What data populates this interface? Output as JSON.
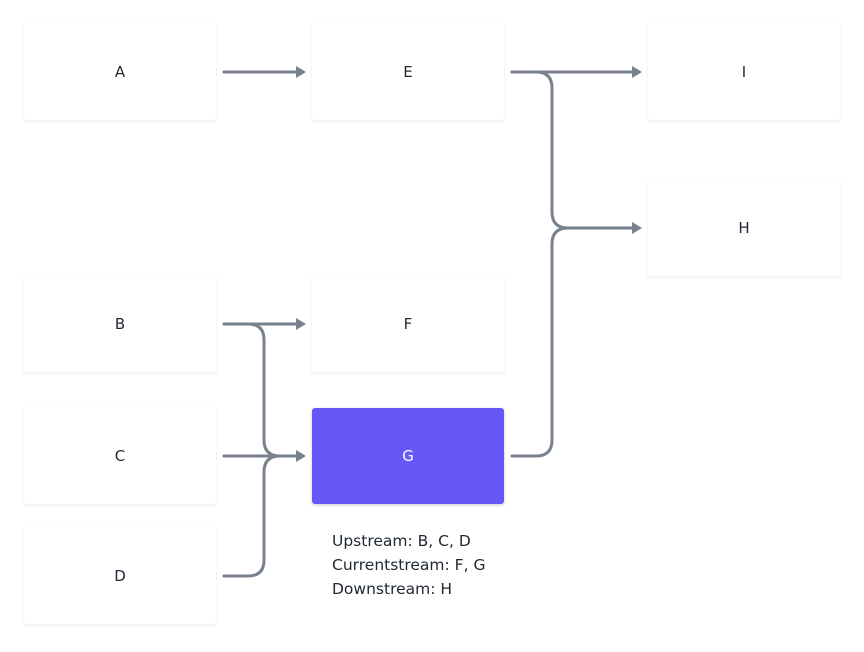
{
  "nodes": {
    "a": "A",
    "b": "B",
    "c": "C",
    "d": "D",
    "e": "E",
    "f": "F",
    "g": "G",
    "h": "H",
    "i": "I"
  },
  "selected_node": "G",
  "summary": {
    "upstream": "Upstream: B, C, D",
    "currentstream": "Currentstream: F, G",
    "downstream": "Downstream: H"
  },
  "colors": {
    "selected_fill": "#6857f7",
    "edge": "#78828d",
    "text": "#1f2733"
  }
}
